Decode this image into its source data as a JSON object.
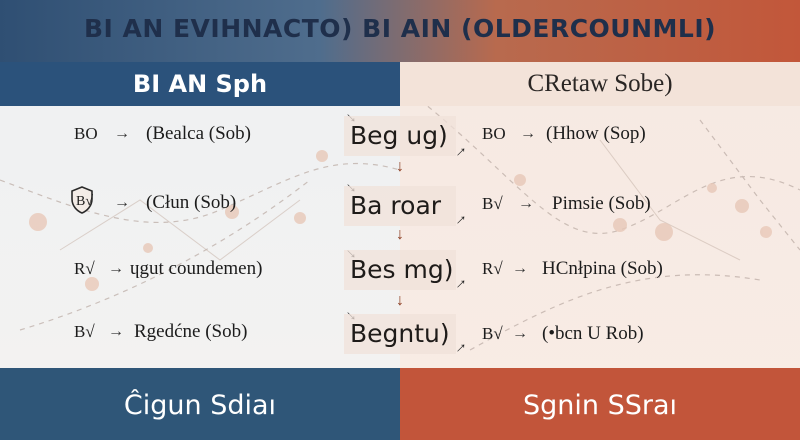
{
  "title": "BI AN EVIHNACTO) BI AIN (OLDERCOUNMLI)",
  "left_header": "BI AN Sph",
  "right_header": "CRetaw Sobe)",
  "left_rows": [
    {
      "code": "BO",
      "text": "(Bealca (Sob)"
    },
    {
      "code": "B√",
      "text": "(Cłun (Sob)"
    },
    {
      "code": "R√",
      "text": "ɥgut coundemen)"
    },
    {
      "code": "B√",
      "text": "Rgedćne (Sob)"
    }
  ],
  "center_steps": [
    "Beg ug)",
    "Ba roar",
    "Bes mg)",
    "Begntu)"
  ],
  "right_rows": [
    {
      "code": "BO",
      "text": "(Hhow (Sop)"
    },
    {
      "code": "B√",
      "text": "Pimsie (Sob)"
    },
    {
      "code": "R√",
      "text": "HCnłpina (Sob)"
    },
    {
      "code": "B√",
      "text": "(•bcn U Rob)"
    }
  ],
  "arrow": "→",
  "down_arrow": "↓",
  "bottom_left": "Ĉigun Sdiaı",
  "bottom_right": "Sgnin SSraı",
  "colors": {
    "left_accent": "#2b527b",
    "right_accent": "#c2553a"
  }
}
